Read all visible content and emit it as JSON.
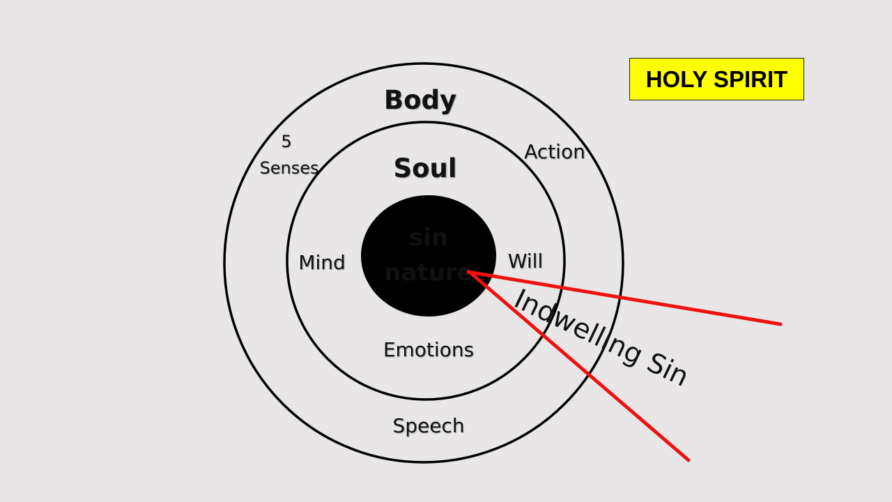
{
  "labels": {
    "body": "Body",
    "soul": "Soul",
    "senses_line1": "5",
    "senses_line2": "Senses",
    "action": "Action",
    "mind": "Mind",
    "will": "Will",
    "sin_line1": "sin",
    "sin_line2": "nature",
    "emotions": "Emotions",
    "speech": "Speech",
    "indwelling": "Indwelling Sin",
    "holy_spirit": "HOLY SPIRIT"
  },
  "colors": {
    "background": "#e8e6e6",
    "circle_stroke": "#000000",
    "core_fill": "#000000",
    "core_text": "#ffffff",
    "arrow": "#ee1111",
    "holy_spirit_bg": "#ffff00"
  }
}
